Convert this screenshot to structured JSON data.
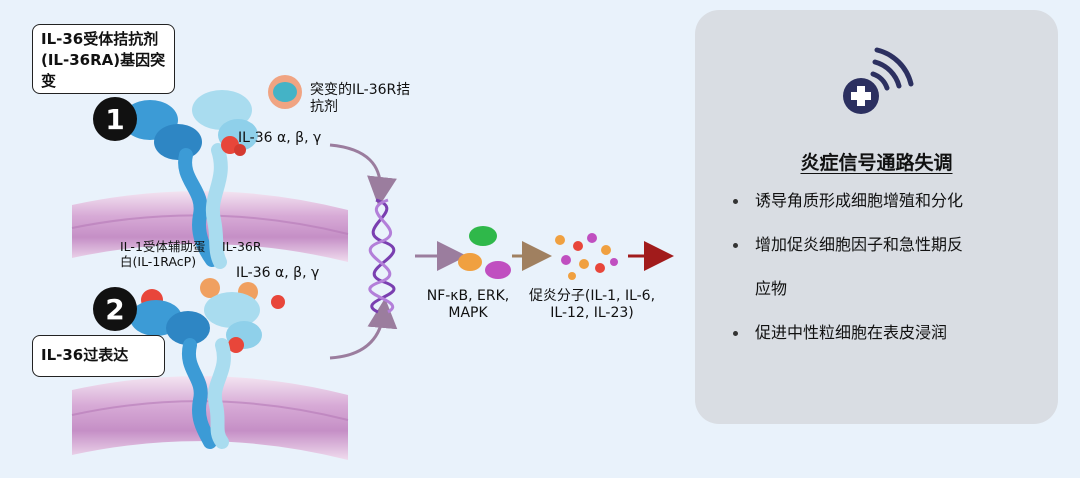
{
  "mechanism_1": {
    "number": "1",
    "label": "IL-36受体拮抗剂(IL-36RA)基因突变",
    "mutant_antagonist_label": "突变的IL-36R拮抗剂",
    "ligand_label": "IL-36 α, β, γ"
  },
  "mechanism_2": {
    "number": "2",
    "label": "IL-36过表达",
    "accessory_protein_label": "IL-1受体辅助蛋白(IL-1RAcP)",
    "receptor_label": "IL-36R",
    "ligand_label": "IL-36 α, β, γ"
  },
  "signaling": {
    "pathways_label": "NF-κB, ERK, MAPK",
    "cytokines_label": "促炎分子(IL-1, IL-6, IL-12, IL-23)"
  },
  "panel": {
    "icon": "signal-medical-cross-icon",
    "title": "炎症信号通路失调",
    "items": [
      "诱导角质形成细胞增殖和分化",
      "增加促炎细胞因子和急性期反",
      "应物",
      "促进中性粒细胞在表皮浸润"
    ]
  },
  "colors": {
    "background": "#e9f2fb",
    "panel": "#d9dde3",
    "receptor_blue": "#3c9bd6",
    "receptor_light": "#a9dcef",
    "ligand_red": "#e8463a",
    "membrane_pink": "#d9b4d8",
    "icon_navy": "#2c3060",
    "arrow_purple": "#9b7d9e",
    "arrow_red": "#a11b1b"
  }
}
